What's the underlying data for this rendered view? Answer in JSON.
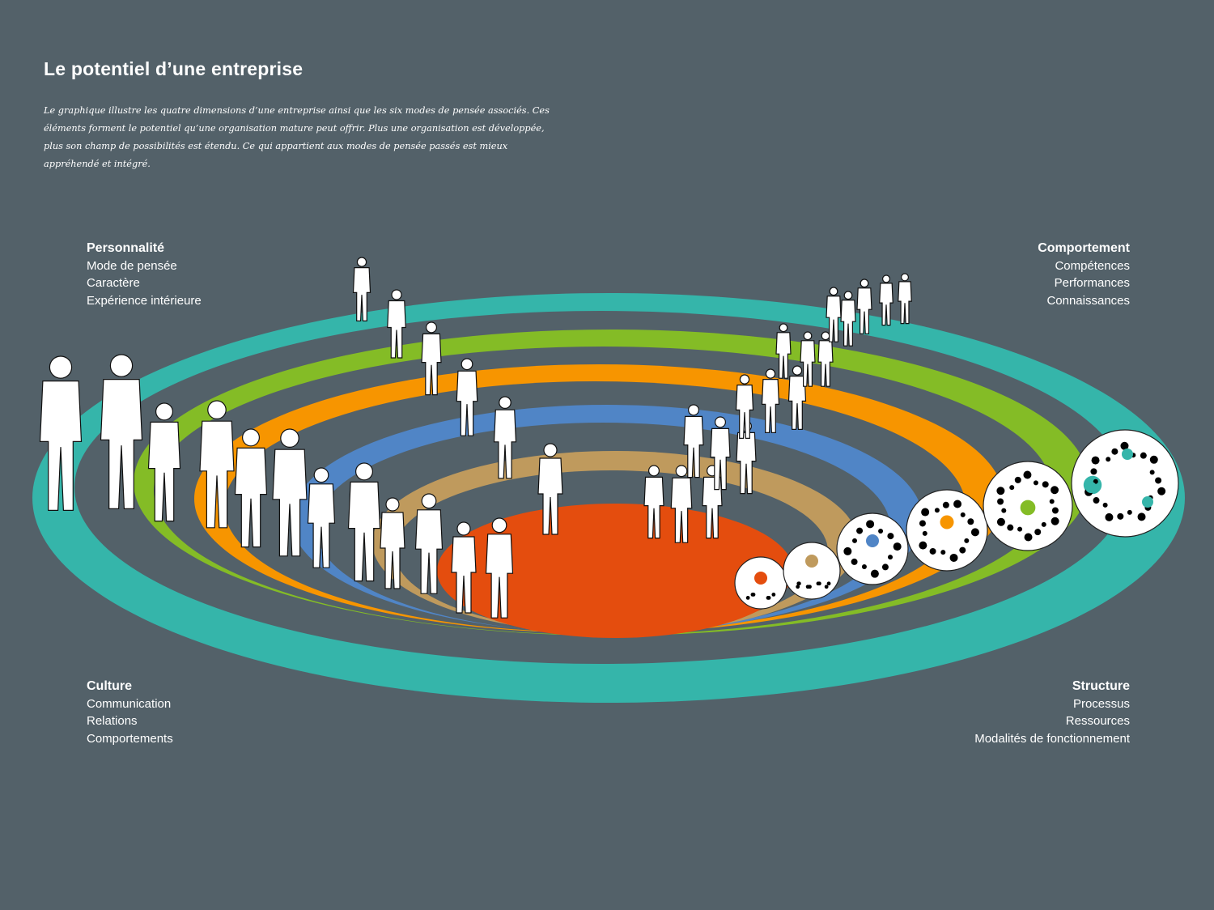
{
  "title": "Le potentiel d’une entreprise",
  "description": "Le graphique illustre les quatre dimensions d’une entreprise ainsi que les six modes de pensée associés. Ces éléments forment le potentiel qu’une organisation mature peut offrir. Plus une organisation est développée, plus son champ de possibilités est étendu. Ce qui appartient aux modes de pensée passés est mieux appréhendé et intégré.",
  "quadrants": {
    "personnalite": {
      "heading": "Personnalité",
      "items": [
        "Mode de pensée",
        "Caractère",
        "Expérience intérieure"
      ]
    },
    "comportement": {
      "heading": "Comportement",
      "items": [
        "Compétences",
        "Performances",
        "Connaissances"
      ]
    },
    "culture": {
      "heading": "Culture",
      "items": [
        "Communication",
        "Relations",
        "Comportements"
      ]
    },
    "structure": {
      "heading": "Structure",
      "items": [
        "Processus",
        "Ressources",
        "Modalités de fonctionnement"
      ]
    }
  },
  "rings": [
    {
      "name": "teal",
      "color": "#35b5aa"
    },
    {
      "name": "green",
      "color": "#84bc26"
    },
    {
      "name": "orange",
      "color": "#f79500"
    },
    {
      "name": "blue",
      "color": "#5085c6"
    },
    {
      "name": "tan",
      "color": "#bf9a5d"
    },
    {
      "name": "red",
      "color": "#e44d0e"
    }
  ],
  "colors": {
    "background": "#536169",
    "gap": "#536169"
  }
}
